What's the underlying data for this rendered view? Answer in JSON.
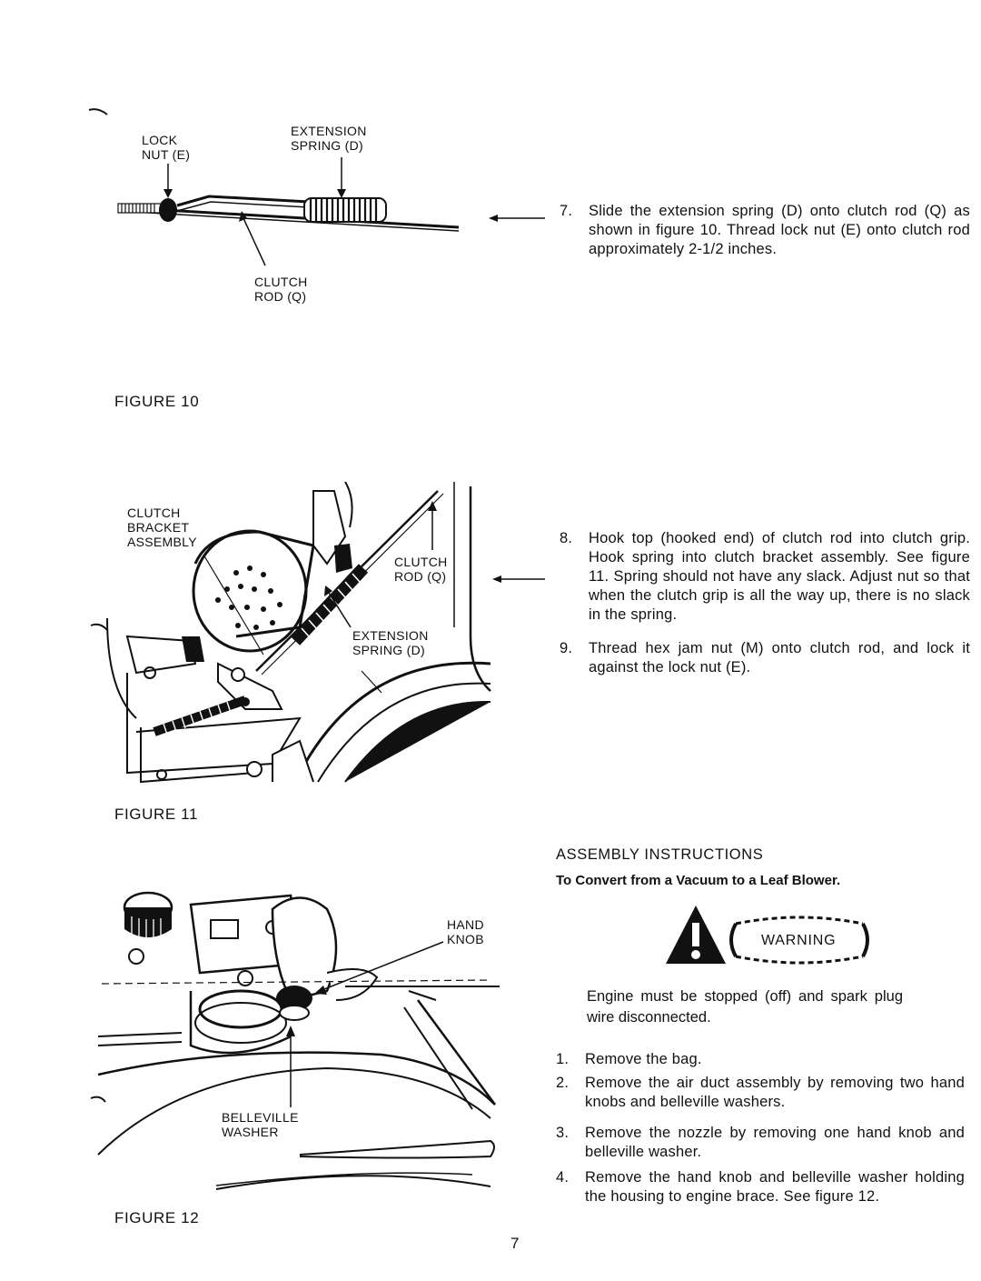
{
  "figure10": {
    "caption": "FIGURE 10",
    "labels": {
      "lock_nut": [
        "LOCK",
        "NUT (E)"
      ],
      "extension_spring": [
        "EXTENSION",
        "SPRING (D)"
      ],
      "clutch_rod": [
        "CLUTCH",
        "ROD (Q)"
      ]
    }
  },
  "figure11": {
    "caption": "FIGURE 11",
    "labels": {
      "clutch_bracket": [
        "CLUTCH",
        "BRACKET",
        "ASSEMBLY"
      ],
      "clutch_rod": [
        "CLUTCH",
        "ROD (Q)"
      ],
      "extension_spring": [
        "EXTENSION",
        "SPRING (D)"
      ]
    }
  },
  "figure12": {
    "caption": "FIGURE 12",
    "labels": {
      "hand_knob": [
        "HAND",
        "KNOB"
      ],
      "belleville_washer": [
        "BELLEVILLE",
        "WASHER"
      ]
    }
  },
  "steps_upper": [
    {
      "num": "7.",
      "text": "Slide the extension spring (D) onto clutch rod (Q) as shown in figure 10. Thread lock nut (E) onto clutch rod approximately 2-1/2 inches."
    },
    {
      "num": "8.",
      "text": "Hook top (hooked end) of clutch rod into clutch grip. Hook spring into clutch bracket assembly. See figure 11. Spring should not have any slack. Adjust nut so that when the clutch grip is all the way up, there is no slack in the spring."
    },
    {
      "num": "9.",
      "text": "Thread hex jam nut (M) onto clutch rod, and lock it against the lock nut (E)."
    }
  ],
  "assembly": {
    "heading": "ASSEMBLY INSTRUCTIONS",
    "subheading": "To Convert from a Vacuum to a Leaf Blower.",
    "warning_label": "WARNING",
    "warning_text": "Engine must be stopped (off) and spark plug wire disconnected.",
    "steps": [
      {
        "num": "1.",
        "text": "Remove the bag."
      },
      {
        "num": "2.",
        "text": "Remove the air duct assembly by removing two hand knobs and belleville washers."
      },
      {
        "num": "3.",
        "text": "Remove the nozzle by removing one hand knob and belleville washer."
      },
      {
        "num": "4.",
        "text": "Remove the hand knob and belleville washer holding the housing to engine brace. See figure 12."
      }
    ]
  },
  "page_number": "7"
}
